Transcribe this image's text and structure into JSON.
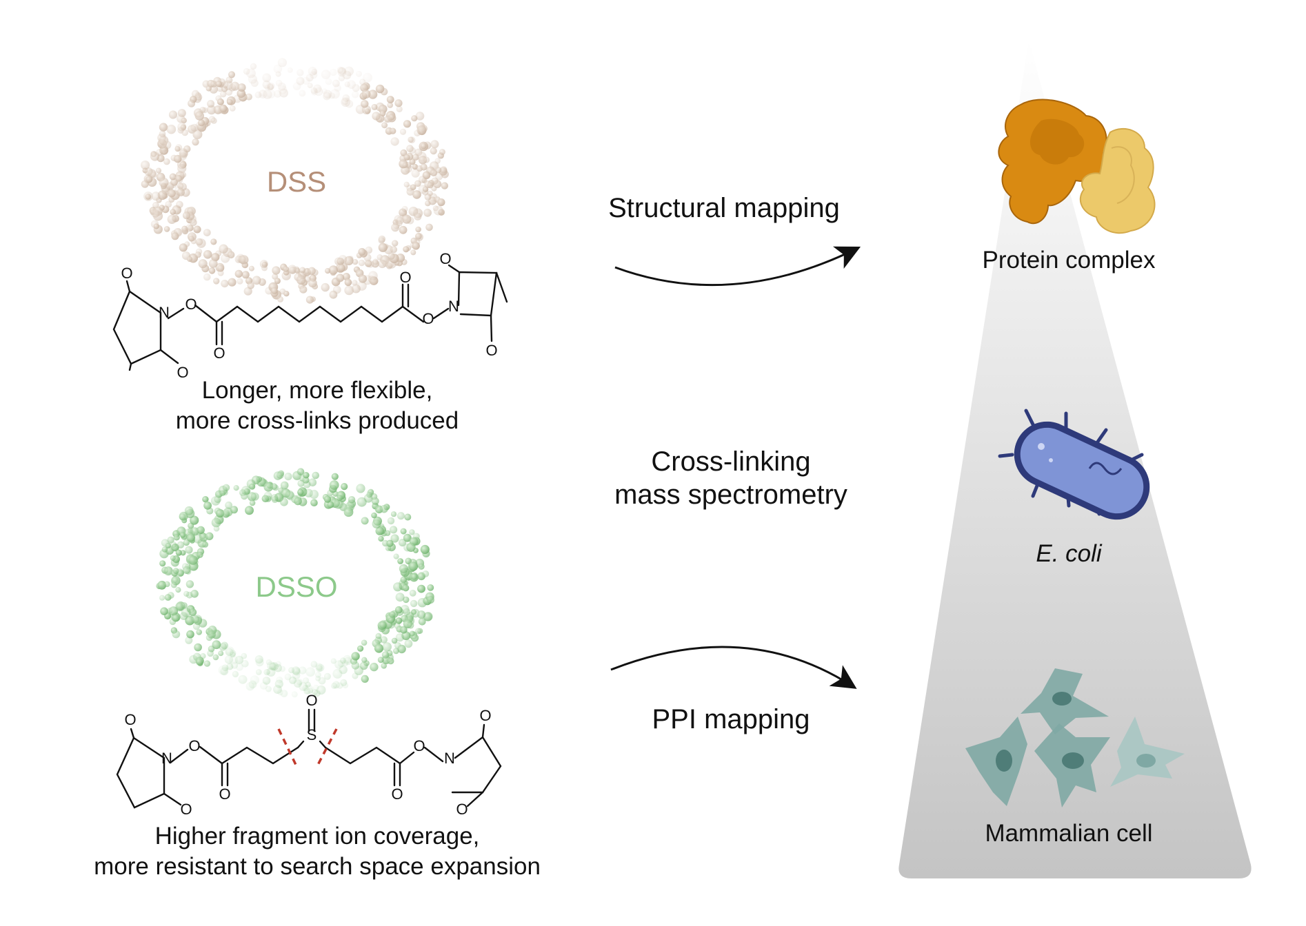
{
  "reagents": {
    "dss": {
      "name": "DSS",
      "color": "#b58f78",
      "dot_color": "#c9b4a2",
      "caption_line1": "Longer, more flexible,",
      "caption_line2": "more cross-links produced"
    },
    "dsso": {
      "name": "DSSO",
      "color": "#8cc98a",
      "dot_color": "#6fb36d",
      "caption_line1": "Higher fragment ion coverage,",
      "caption_line2": "more resistant to search space expansion"
    }
  },
  "atoms": {
    "oxygen": "O",
    "nitrogen": "N",
    "sulfur": "S"
  },
  "center": {
    "top_label": "Structural mapping",
    "middle_line1": "Cross-linking",
    "middle_line2": "mass spectrometry",
    "bottom_label": "PPI mapping"
  },
  "scale": {
    "protein_label": "Protein complex",
    "ecoli_label": "E. coli",
    "cell_label": "Mammalian cell"
  },
  "colors": {
    "protein_dark": "#d98a12",
    "protein_light": "#ecc96a",
    "ecoli_outline": "#2e3a7a",
    "ecoli_fill": "#7f94d6",
    "cell_fill": "#7fa8a4",
    "cell_nucleus": "#4f7d78",
    "cleavage_mark": "#c0392b"
  }
}
